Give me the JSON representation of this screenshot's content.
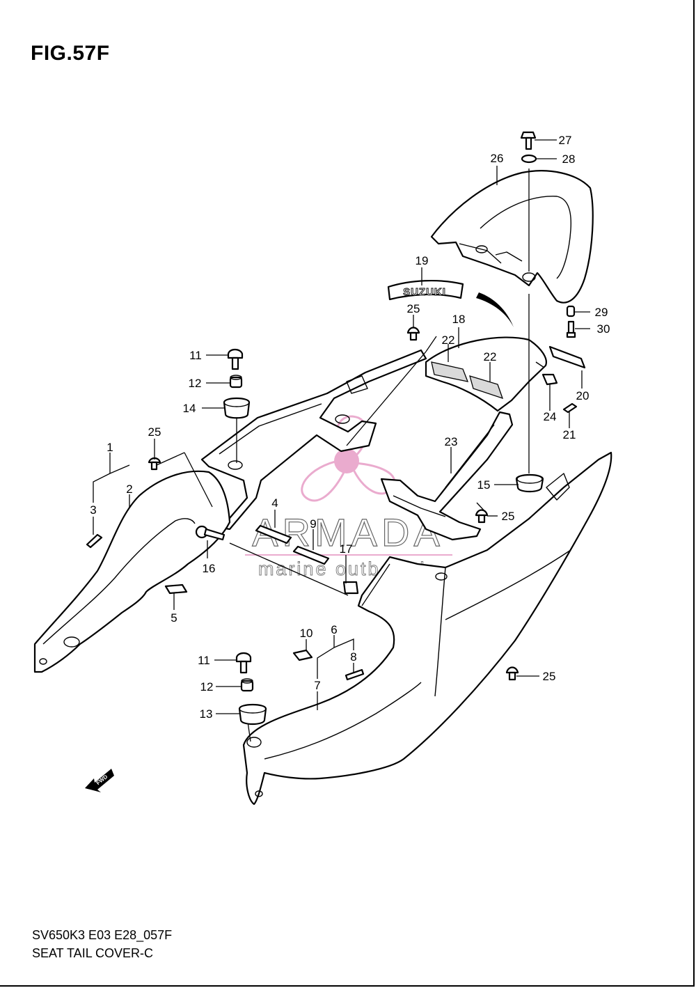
{
  "figure": {
    "title": "FIG.57F",
    "code": "SV650K3 E03 E28_057F",
    "caption": "SEAT TAIL COVER-C"
  },
  "watermark": {
    "brand": "ARMADA",
    "tagline": "marine outboards",
    "color": "#e8a3c9"
  },
  "fwd_label": "FWD",
  "emblem_text": "SUZUKI",
  "callouts": [
    "1",
    "2",
    "3",
    "4",
    "5",
    "6",
    "7",
    "8",
    "9",
    "10",
    "11",
    "11",
    "12",
    "12",
    "13",
    "14",
    "15",
    "16",
    "17",
    "18",
    "19",
    "20",
    "21",
    "22",
    "22",
    "23",
    "24",
    "25",
    "25",
    "25",
    "25",
    "26",
    "27",
    "28",
    "29",
    "30"
  ]
}
